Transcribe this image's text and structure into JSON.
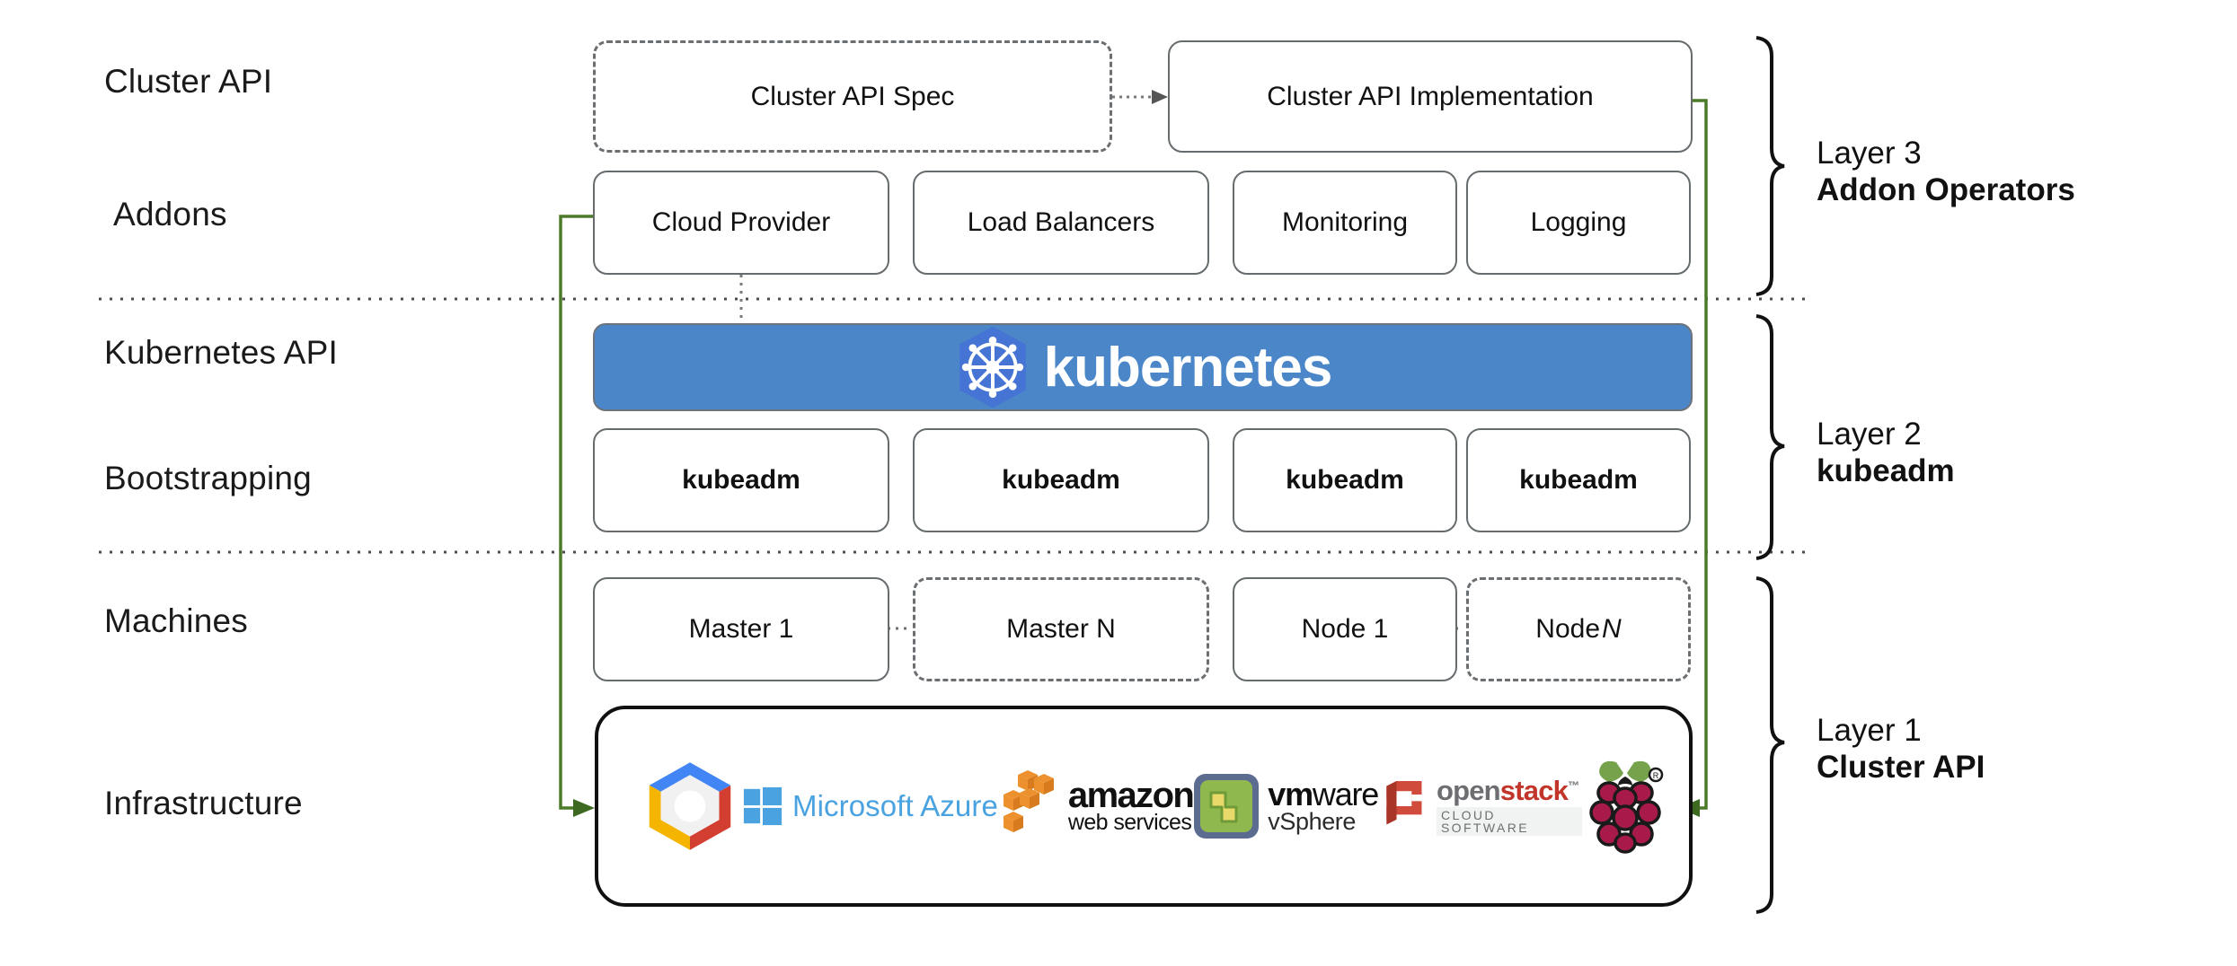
{
  "rows": [
    {
      "id": "cluster-api",
      "label": "Cluster API"
    },
    {
      "id": "addons",
      "label": "Addons"
    },
    {
      "id": "kubernetes-api",
      "label": "Kubernetes API"
    },
    {
      "id": "bootstrapping",
      "label": "Bootstrapping"
    },
    {
      "id": "machines",
      "label": "Machines"
    },
    {
      "id": "infrastructure",
      "label": "Infrastructure"
    }
  ],
  "cluster_api_row": {
    "spec_box": "Cluster API Spec",
    "implementation_box": "Cluster API Implementation"
  },
  "addons_row": {
    "boxes": [
      "Cloud Provider",
      "Load Balancers",
      "Monitoring",
      "Logging"
    ]
  },
  "kubernetes_banner": {
    "wordmark": "kubernetes",
    "logo_icon": "kubernetes-helm-wheel-icon",
    "background_color": "#4a86c8",
    "logo_color": "#4574d4",
    "text_color": "#ffffff"
  },
  "bootstrapping_row": {
    "boxes": [
      "kubeadm",
      "kubeadm",
      "kubeadm",
      "kubeadm"
    ]
  },
  "machines_row": {
    "boxes": [
      {
        "label": "Master 1",
        "style": "solid",
        "italic_suffix": ""
      },
      {
        "label": "Master N",
        "style": "dashed",
        "italic_suffix": ""
      },
      {
        "label": "Node 1",
        "style": "solid",
        "italic_suffix": ""
      },
      {
        "label": "Node ",
        "style": "dashed",
        "italic_suffix": "N"
      }
    ]
  },
  "infrastructure_row": {
    "logos": [
      {
        "name": "google-cloud-platform-logo",
        "text": ""
      },
      {
        "name": "microsoft-azure-logo",
        "text": "Microsoft Azure"
      },
      {
        "name": "amazon-web-services-logo",
        "text_top": "amazon",
        "text_bottom": "web services"
      },
      {
        "name": "vmware-vsphere-logo",
        "text_top_bold": "vm",
        "text_top_thin": "ware",
        "text_bottom": "vSphere"
      },
      {
        "name": "openstack-logo",
        "text_open": "open",
        "text_stack": "stack",
        "text_tm": "™",
        "text_bottom": "CLOUD SOFTWARE"
      },
      {
        "name": "raspberry-pi-logo",
        "text": ""
      }
    ]
  },
  "layers": [
    {
      "id": "layer-3",
      "number": "Layer 3",
      "name": "Addon Operators"
    },
    {
      "id": "layer-2",
      "number": "Layer 2",
      "name": "kubeadm"
    },
    {
      "id": "layer-1",
      "number": "Layer 1",
      "name": "Cluster API"
    }
  ],
  "connectors": {
    "spec_to_implementation": "dotted-arrow-right",
    "cloud_provider_to_kubernetes": "dotted-line-down",
    "master1_to_masterN": "dotted-line",
    "node1_to_nodeN": "dotted-line",
    "cloud_provider_to_infrastructure": "green-elbow-arrow-left",
    "implementation_to_infrastructure": "green-elbow-arrow-right",
    "green_color": "#4b7a28",
    "separator_color": "#4d4d4d"
  }
}
